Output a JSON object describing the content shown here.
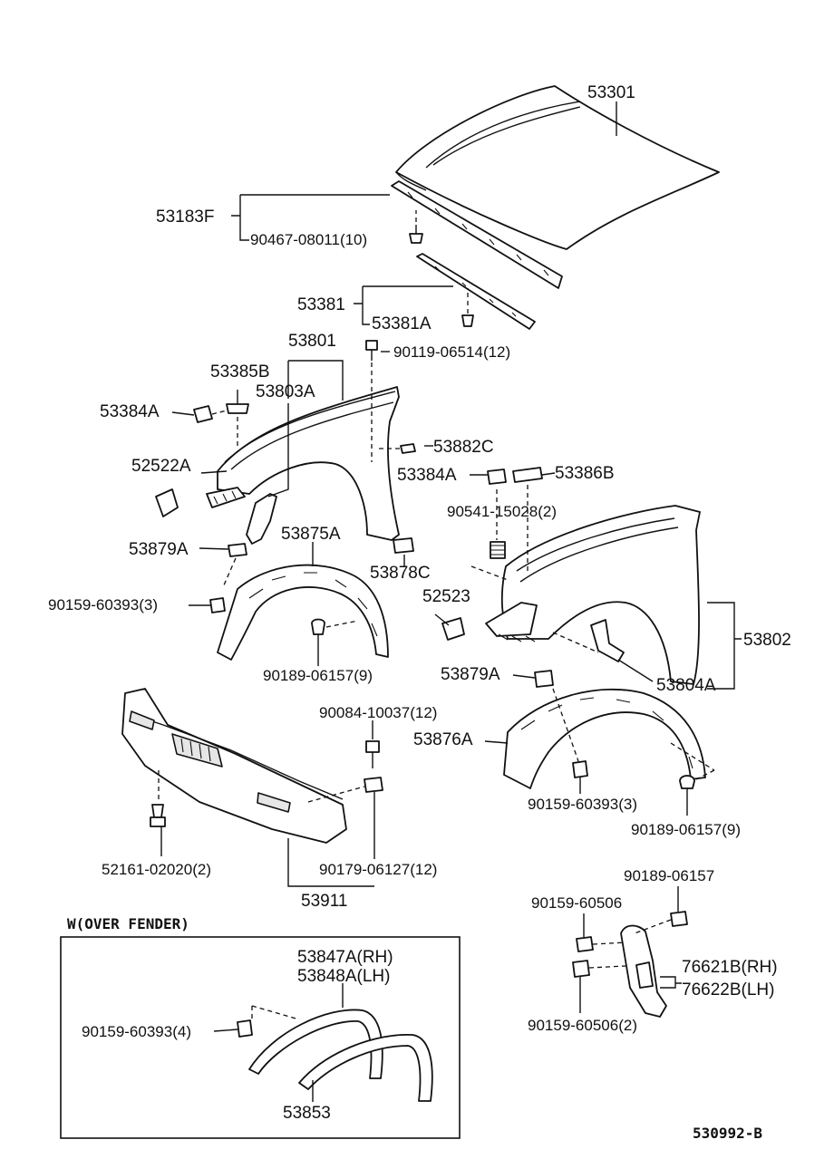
{
  "labels": {
    "hood": "53301",
    "hood_seal_set": "53183F",
    "hood_seal_clip": "90467-08011(10)",
    "hood_rear_seal": "53381",
    "hood_rear_seal_clip": "53381A",
    "lh_fender_set": "53801",
    "lh_fender_bolt": "90119-06514(12)",
    "lh_fender_seal_b": "53385B",
    "lh_fender_liner_a": "53803A",
    "lh_cushion_a": "53384A",
    "lh_fender_clip_c": "53882C",
    "lh_retainer_a": "52522A",
    "rh_cushion_a": "53384A",
    "rh_fender_clip_b": "53386B",
    "rh_nut": "90541-15028(2)",
    "lh_bracket_a": "53879A",
    "lh_splash_a": "53875A",
    "lh_clip_c": "53878C",
    "rh_retainer": "52523",
    "rh_fender_set": "53802",
    "lh_screw": "90159-60393(3)",
    "lh_liner_clip": "90189-06157(9)",
    "rh_bracket_a": "53879A",
    "rh_liner_a": "53804A",
    "bumper_bolt": "90084-10037(12)",
    "rh_splash_a": "53876A",
    "rh_screw": "90159-60393(3)",
    "rh_liner_clip": "90189-06157(9)",
    "bumper_clip": "52161-02020(2)",
    "bumper_nut": "90179-06127(12)",
    "bumper": "53911",
    "mud_clip": "90189-06157",
    "mud_screw_top": "90159-60506",
    "mud_flap_rh": "76621B(RH)",
    "mud_flap_lh": "76622B(LH)",
    "mud_screw_bottom": "90159-60506(2)",
    "inset_title": "W(OVER FENDER)",
    "over_fender_rh": "53847A(RH)",
    "over_fender_lh": "53848A(LH)",
    "over_fender_screw": "90159-60393(4)",
    "over_fender_seal": "53853",
    "diagram_code": "530992-B"
  }
}
